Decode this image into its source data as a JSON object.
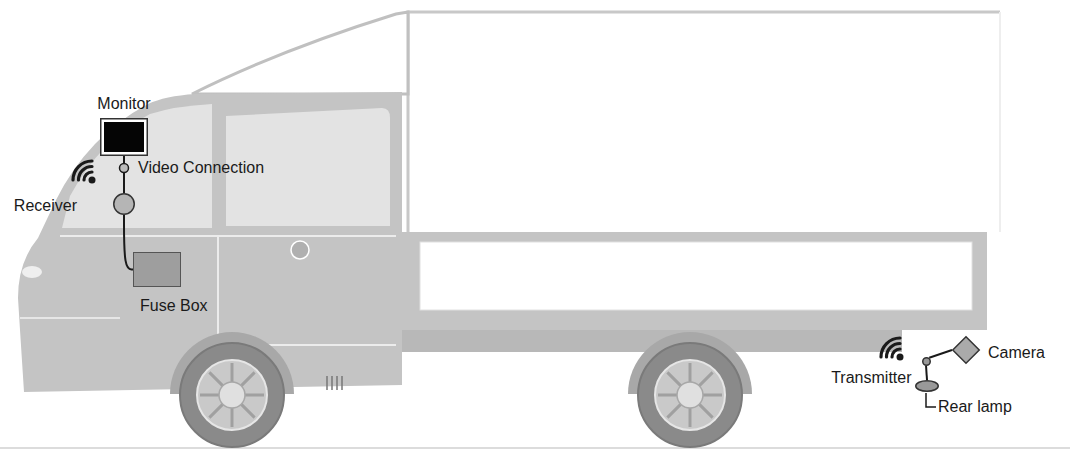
{
  "diagram": {
    "nodes": [
      {
        "text": [
          "Monitor"
        ]
      },
      {
        "text": [
          "Receiver"
        ]
      },
      {
        "text": [
          "Fuse Box"
        ]
      },
      {
        "text": [
          "Camera"
        ]
      },
      {
        "text": [
          "Transmitter"
        ]
      },
      {
        "text": [
          "Rear lamp"
        ]
      }
    ],
    "edges": [
      {
        "from": 0,
        "to": 1,
        "arrow": "none"
      },
      {
        "from": 1,
        "to": 2,
        "arrow": "none"
      },
      {
        "from": 4,
        "to": 3,
        "arrow": "none"
      },
      {
        "from": 4,
        "to": 5,
        "arrow": "none"
      }
    ],
    "labels": [
      "Video Connection"
    ]
  }
}
